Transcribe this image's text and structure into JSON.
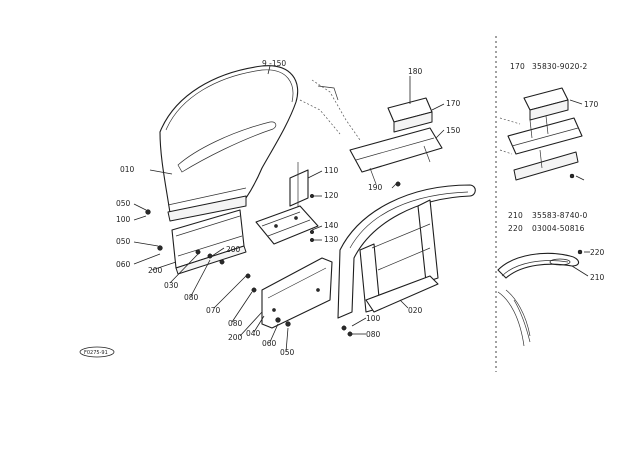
{
  "page_stamp": "F0275-91",
  "labels": {
    "l9_150": "9 -150",
    "l180": "180",
    "l170": "170",
    "l150": "150",
    "l010": "010",
    "l110": "110",
    "l190": "190",
    "l120": "120",
    "l050a": "050",
    "l100a": "100",
    "l140": "140",
    "l130": "130",
    "l050b": "050",
    "l200a": "200",
    "l060a": "060",
    "l200b": "200",
    "l030": "030",
    "l080a": "080",
    "l070": "070",
    "l080b": "080",
    "l020": "020",
    "l100b": "100",
    "l080c": "080",
    "l040": "040",
    "l200c": "200",
    "l060b": "060",
    "l050c": "050"
  },
  "parts_list": [
    {
      "ref": "170",
      "code": "35830-9020-2"
    },
    {
      "ref": "210",
      "code": "35583-8740-0"
    },
    {
      "ref": "220",
      "code": "03004-50816"
    }
  ],
  "detail_labels": {
    "d170": "170",
    "d220": "220",
    "d210": "210"
  }
}
